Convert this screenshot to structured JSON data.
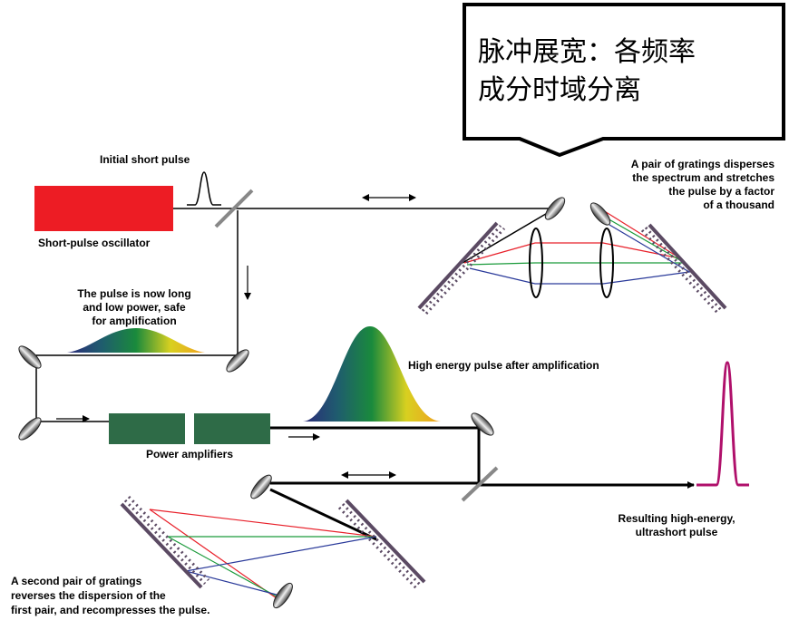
{
  "callout": {
    "line1": "脉冲展宽：各频率",
    "line2": "成分时域分离"
  },
  "labels": {
    "initial_pulse": "Initial short pulse",
    "oscillator": "Short-pulse oscillator",
    "gratings_top_1": "A pair of gratings disperses",
    "gratings_top_2": "the spectrum and stretches",
    "gratings_top_3": "the pulse by a factor",
    "gratings_top_4": "of a thousand",
    "long_pulse_1": "The pulse is now long",
    "long_pulse_2": "and low power, safe",
    "long_pulse_3": "for amplification",
    "high_energy": "High energy pulse after amplification",
    "power_amps": "Power amplifiers",
    "resulting_1": "Resulting high-energy,",
    "resulting_2": "ultrashort pulse",
    "second_pair_1": "A second pair of gratings",
    "second_pair_2": "reverses the dispersion of the",
    "second_pair_3": "first pair, and recompresses the pulse."
  },
  "colors": {
    "oscillator": "#ed1c24",
    "amplifier": "#2e6b47",
    "grating": "#5b4a63",
    "output_pulse": "#b0106b",
    "ray_red": "#e8202a",
    "ray_green": "#1a9a3a",
    "ray_blue": "#2a3a9a"
  }
}
